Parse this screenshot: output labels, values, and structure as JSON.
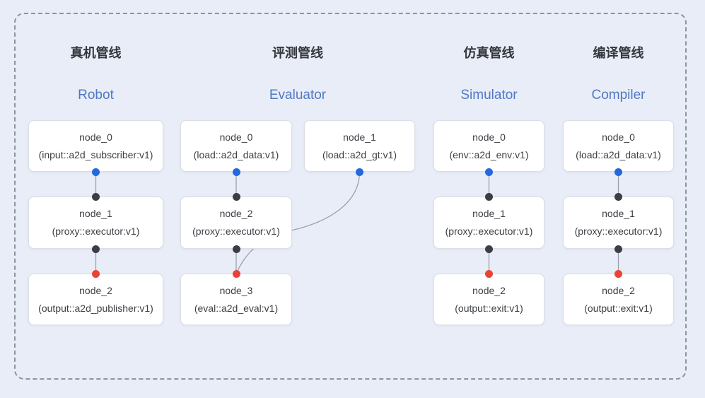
{
  "page": {
    "background_color": "#e9edf7",
    "frame_border_color": "#8d939f"
  },
  "colors": {
    "output_port_blue": "#2468dd",
    "intermediate_port_dark": "#3b3e43",
    "input_port_red": "#ea4335",
    "subtitle_blue": "#5078c4",
    "title_dark": "#33363b",
    "connector_gray": "#98a0b0",
    "node_fill": "#ffffff",
    "node_border": "#dbdee5"
  },
  "pipelines": [
    {
      "title_zh": "真机管线",
      "title_en": "Robot",
      "nodes": [
        {
          "name": "node_0",
          "type": "(input::a2d_subscriber:v1)"
        },
        {
          "name": "node_1",
          "type": "(proxy::executor:v1)"
        },
        {
          "name": "node_2",
          "type": "(output::a2d_publisher:v1)"
        }
      ],
      "edges": [
        "node_0 -> node_1",
        "node_1 -> node_2"
      ]
    },
    {
      "title_zh": "评测管线",
      "title_en": "Evaluator",
      "nodes": [
        {
          "name": "node_0",
          "type": "(load::a2d_data:v1)"
        },
        {
          "name": "node_1",
          "type": "(load::a2d_gt:v1)"
        },
        {
          "name": "node_2",
          "type": "(proxy::executor:v1)"
        },
        {
          "name": "node_3",
          "type": "(eval::a2d_eval:v1)"
        }
      ],
      "edges": [
        "node_0 -> node_2",
        "node_1 -> node_3",
        "node_2 -> node_3"
      ]
    },
    {
      "title_zh": "仿真管线",
      "title_en": "Simulator",
      "nodes": [
        {
          "name": "node_0",
          "type": "(env::a2d_env:v1)"
        },
        {
          "name": "node_1",
          "type": "(proxy::executor:v1)"
        },
        {
          "name": "node_2",
          "type": "(output::exit:v1)"
        }
      ],
      "edges": [
        "node_0 -> node_1",
        "node_1 -> node_2"
      ]
    },
    {
      "title_zh": "编译管线",
      "title_en": "Compiler",
      "nodes": [
        {
          "name": "node_0",
          "type": "(load::a2d_data:v1)"
        },
        {
          "name": "node_1",
          "type": "(proxy::executor:v1)"
        },
        {
          "name": "node_2",
          "type": "(output::exit:v1)"
        }
      ],
      "edges": [
        "node_0 -> node_1",
        "node_1 -> node_2"
      ]
    }
  ]
}
